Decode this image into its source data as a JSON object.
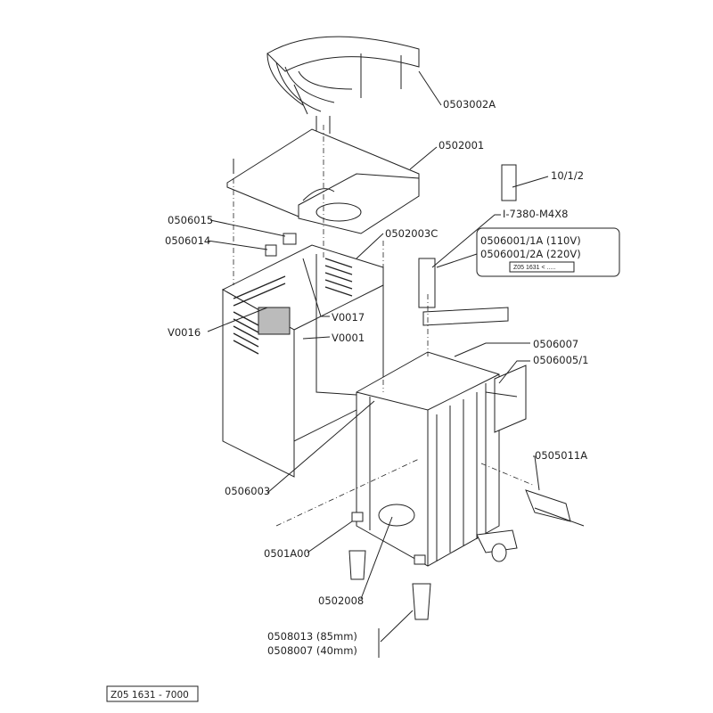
{
  "labels": {
    "guard": "0503002A",
    "top_plate": "0502001",
    "sticker": "10/1/2",
    "screw": "I-7380-M4X8",
    "switch_110": "0506001/1A (110V)",
    "switch_220": "0506001/2A (220V)",
    "switch_ref": "Z05 1631 < .....",
    "switch_a": "0506015",
    "switch_b": "0506014",
    "housing": "0502003C",
    "v0017": "V0017",
    "v0016": "V0016",
    "v0001": "V0001",
    "bracket": "0506007",
    "bracket2": "0506005/1",
    "motor_mount": "0505011A",
    "part_0506003": "0506003",
    "frame": "0501A00",
    "roller": "0502008",
    "foot_85": "0508013 (85mm)",
    "foot_40": "0508007 (40mm)"
  },
  "drawing_number": "Z05  1631 - 7000"
}
